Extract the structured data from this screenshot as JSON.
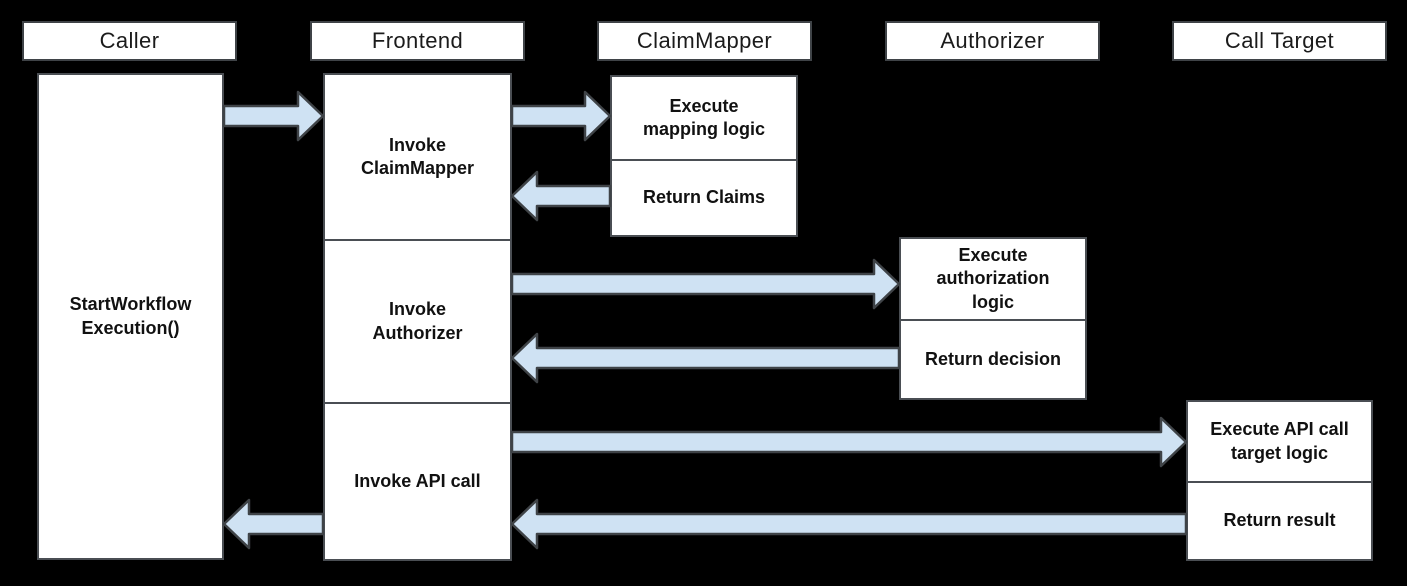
{
  "lanes": [
    {
      "label": "Caller"
    },
    {
      "label": "Frontend"
    },
    {
      "label": "ClaimMapper"
    },
    {
      "label": "Authorizer"
    },
    {
      "label": "Call Target"
    }
  ],
  "caller": {
    "step": "StartWorkflow\nExecution()"
  },
  "frontend": {
    "steps": [
      "Invoke\nClaimMapper",
      "Invoke\nAuthorizer",
      "Invoke API call"
    ]
  },
  "claimmapper": {
    "steps": [
      "Execute\nmapping logic",
      "Return Claims"
    ]
  },
  "authorizer": {
    "steps": [
      "Execute\nauthorization\nlogic",
      "Return decision"
    ]
  },
  "calltarget": {
    "steps": [
      "Execute API call\ntarget logic",
      "Return result"
    ]
  },
  "arrows": [
    {
      "name": "arrow-caller-to-frontend",
      "from": "Caller",
      "to": "Frontend",
      "direction": "right"
    },
    {
      "name": "arrow-frontend-to-claimmapper",
      "from": "Frontend",
      "to": "ClaimMapper",
      "direction": "right"
    },
    {
      "name": "arrow-claimmapper-return-to-frontend",
      "from": "ClaimMapper",
      "to": "Frontend",
      "direction": "left"
    },
    {
      "name": "arrow-frontend-to-authorizer",
      "from": "Frontend",
      "to": "Authorizer",
      "direction": "right"
    },
    {
      "name": "arrow-authorizer-return-to-frontend",
      "from": "Authorizer",
      "to": "Frontend",
      "direction": "left"
    },
    {
      "name": "arrow-frontend-to-calltarget",
      "from": "Frontend",
      "to": "Call Target",
      "direction": "right"
    },
    {
      "name": "arrow-calltarget-return-to-frontend",
      "from": "Call Target",
      "to": "Frontend",
      "direction": "left"
    },
    {
      "name": "arrow-frontend-return-to-caller",
      "from": "Frontend",
      "to": "Caller",
      "direction": "left"
    }
  ],
  "colors": {
    "background": "#000000",
    "box_fill": "#ffffff",
    "box_border": "#4a4e53",
    "arrow_fill": "#cfe2f3",
    "arrow_stroke": "#3f4347",
    "text": "#111111"
  }
}
